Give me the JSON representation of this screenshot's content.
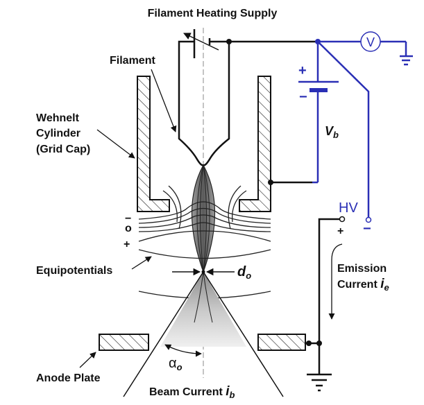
{
  "title": "Filament Heating Supply",
  "labels": {
    "filament": "Filament",
    "wehnelt_line1": "Wehnelt",
    "wehnelt_line2": "Cylinder",
    "wehnelt_line3": "(Grid Cap)",
    "equipotentials": "Equipotentials",
    "anode_plate": "Anode Plate",
    "beam_current": "Beam Current ",
    "beam_current_symbol": "i",
    "beam_current_sub": "b",
    "emission_line1": "Emission",
    "emission_line2": "Current ",
    "emission_symbol": "i",
    "emission_sub": "e",
    "crossover_symbol": "d",
    "crossover_sub": "o",
    "angle_symbol": "α",
    "angle_sub": "o",
    "bias_symbol": "V",
    "bias_sub": "b",
    "hv": "HV",
    "voltmeter": "V",
    "minus_left": "−",
    "zero_left": "o",
    "plus_left": "+",
    "battery_plus": "+",
    "battery_minus": "−",
    "hv_plus": "+",
    "hv_minus": "−"
  },
  "colors": {
    "ink": "#111111",
    "annotation_blue": "#2a2fb5",
    "beam_dark": "#555555",
    "beam_light": "#d8d8d8"
  }
}
